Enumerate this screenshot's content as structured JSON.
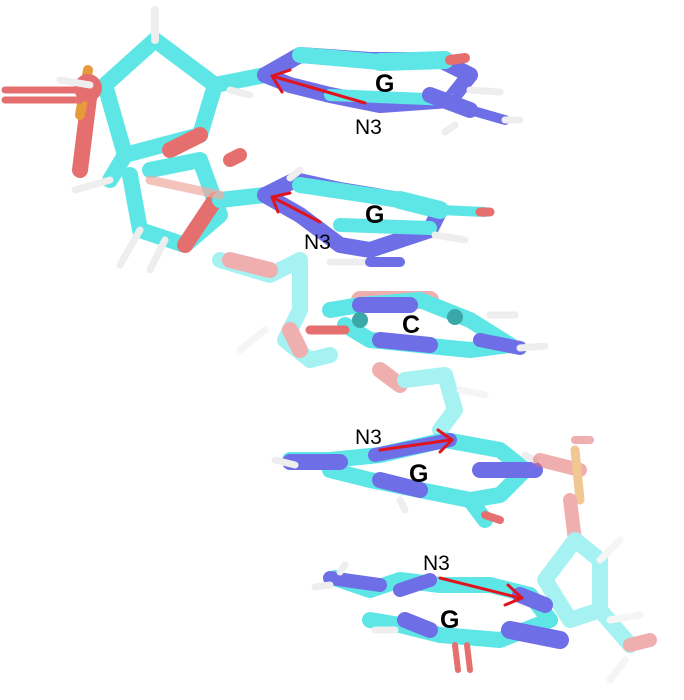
{
  "figure": {
    "description": "Stick model of a DNA strand segment with bases labeled and N3 atoms indicated by red arrows",
    "colors": {
      "carbon": "#5ee6e6",
      "nitrogen": "#6e6ee6",
      "oxygen": "#e56f6f",
      "phosphorus": "#e69a3c",
      "hydrogen": "#eeeeee",
      "arrow": "#e0141e",
      "background": "#ffffff"
    },
    "bases": [
      {
        "label": "G",
        "n3_label": "N3"
      },
      {
        "label": "G",
        "n3_label": "N3"
      },
      {
        "label": "C"
      },
      {
        "label": "G",
        "n3_label": "N3"
      },
      {
        "label": "G",
        "n3_label": "N3"
      }
    ]
  }
}
